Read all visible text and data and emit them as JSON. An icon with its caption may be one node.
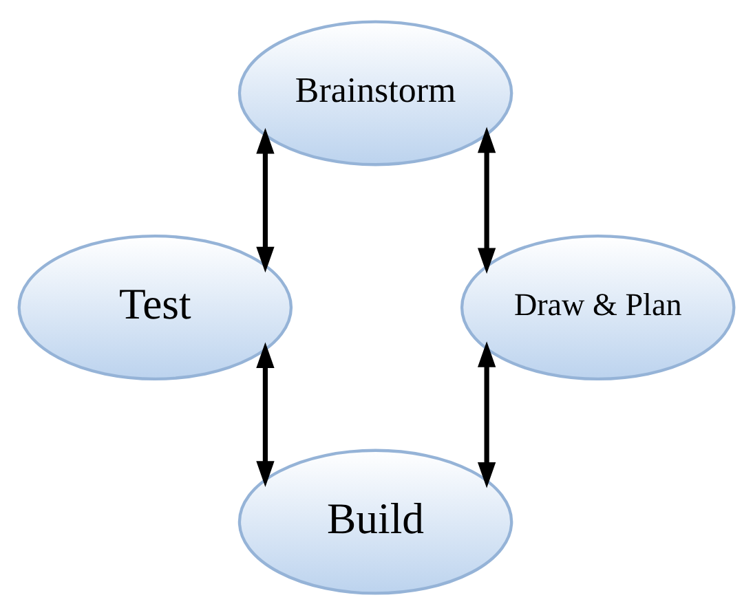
{
  "diagram": {
    "nodes": [
      {
        "text": [
          "Brainstorm"
        ]
      },
      {
        "text": [
          "Test"
        ]
      },
      {
        "text": [
          "Draw & Plan"
        ]
      },
      {
        "text": [
          "Build"
        ]
      }
    ],
    "edges": [
      {
        "from": 0,
        "to": 2,
        "arrow": "both"
      },
      {
        "from": 2,
        "to": 3,
        "arrow": "both"
      },
      {
        "from": 3,
        "to": 1,
        "arrow": "both"
      },
      {
        "from": 1,
        "to": 0,
        "arrow": "both"
      }
    ]
  }
}
